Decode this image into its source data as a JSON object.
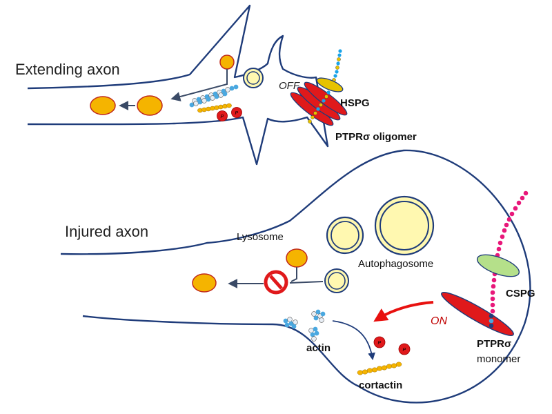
{
  "labels": {
    "extending_axon": "Extending axon",
    "off": "OFF",
    "hspg": "HSPG",
    "ptpr_oligomer": "PTPRσ oligomer",
    "injured_axon": "Injured axon",
    "lysosome": "Lysosome",
    "autophagosome": "Autophagosome",
    "cspg": "CSPG",
    "on": "ON",
    "ptpr_monomer_line1": "PTPRσ",
    "ptpr_monomer_line2": "monomer",
    "actin": "actin",
    "cortactin": "cortactin",
    "phospho": "P"
  },
  "colors": {
    "membrane": "#1f3c7a",
    "lysosome_fill": "#f5b400",
    "lysosome_stroke": "#c0281c",
    "autophagosome_fill": "#fff8b0",
    "autophagosome_ring": "#1f3c7a",
    "receptor_red": "#e0191b",
    "hspg_yellow": "#e6c200",
    "hspg_chain": "#1aa3e8",
    "cspg_green": "#b5e08a",
    "cspg_chain": "#e8187a",
    "arrow_dark": "#3a4a66",
    "arrow_on": "#e8110f",
    "cortactin": "#f5b400",
    "actin_blue": "#4aa8e0"
  }
}
